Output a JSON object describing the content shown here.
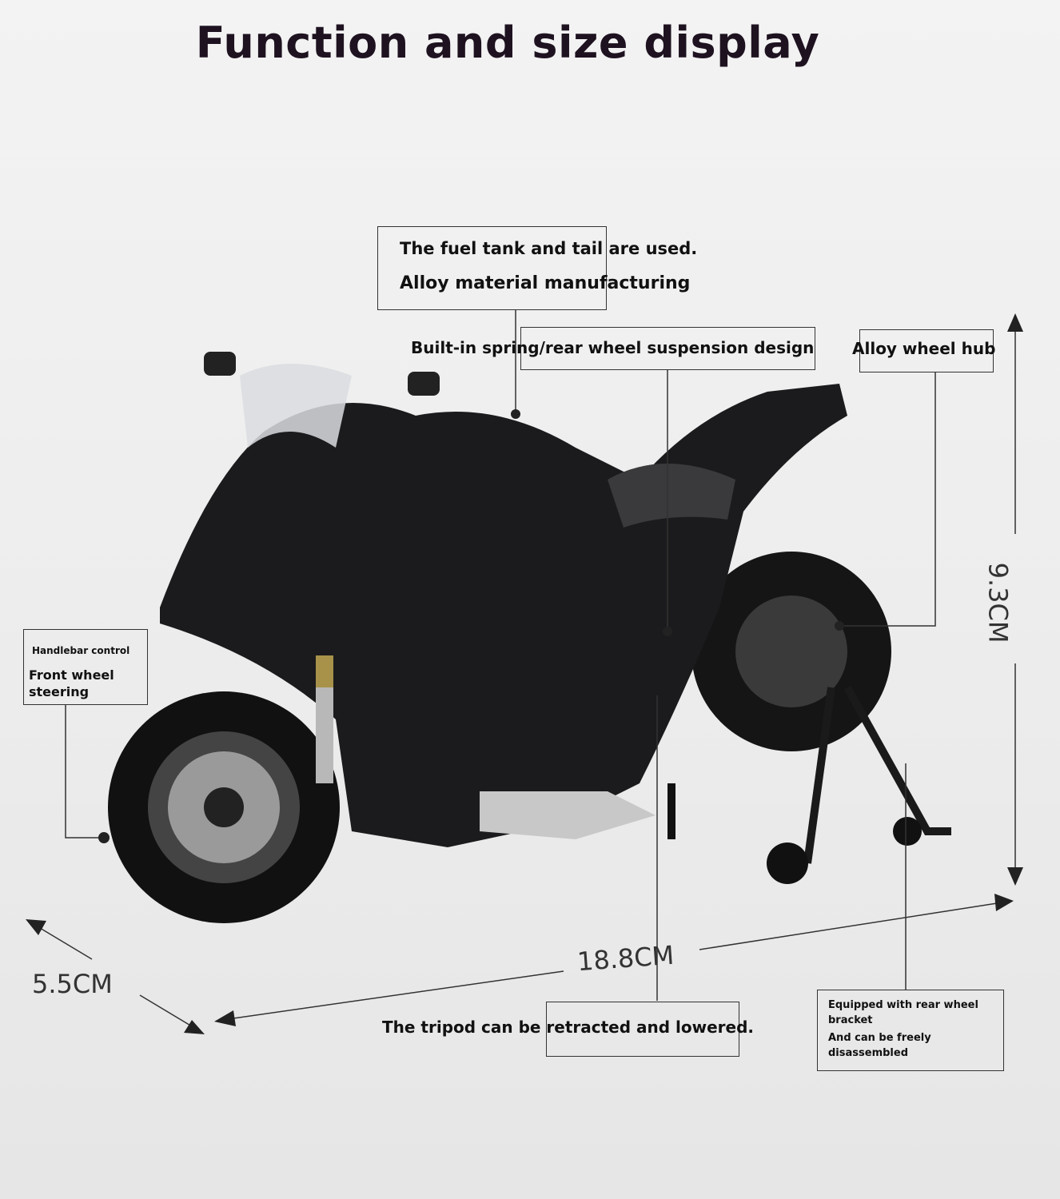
{
  "title": "Function and size display",
  "callouts": {
    "fuel_tank_line1": "The fuel tank and tail are used.",
    "fuel_tank_line2": "Alloy material manufacturing",
    "suspension": "Built-in spring/rear wheel suspension design",
    "wheel_hub": "Alloy wheel hub",
    "handlebar_line1": "Handlebar control",
    "handlebar_line2": "Front wheel",
    "handlebar_line3": "steering",
    "tripod": "The tripod can be retracted and lowered.",
    "bracket_line1": "Equipped with rear wheel",
    "bracket_line2": "bracket",
    "bracket_line3": "And can be freely",
    "bracket_line4": "disassembled"
  },
  "dimensions": {
    "height": "9.3CM",
    "length": "18.8CM",
    "width": "5.5CM"
  }
}
